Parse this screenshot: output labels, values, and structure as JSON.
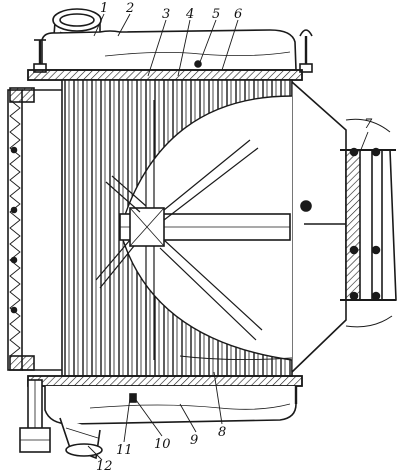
{
  "diagram": {
    "subject": "radiator-cross-section",
    "ink_color": "#1a1a1a",
    "paper_color": "#ffffff",
    "callouts": [
      "1",
      "2",
      "3",
      "4",
      "5",
      "6",
      "7",
      "8",
      "9",
      "10",
      "11",
      "12"
    ]
  }
}
